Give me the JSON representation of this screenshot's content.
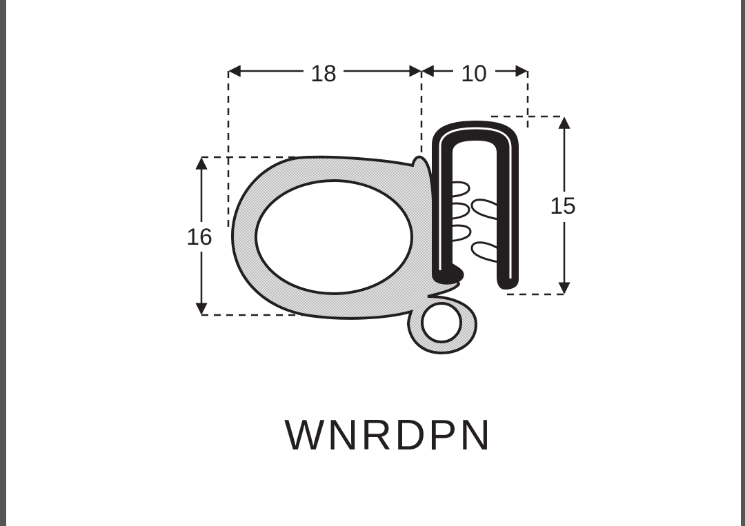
{
  "dimensions": {
    "top_left": "18",
    "top_right": "10",
    "left": "16",
    "right": "15"
  },
  "part_code": "WNRDPN",
  "colors": {
    "ink": "#231f20",
    "fill": "#d9d9d9",
    "frame": "#555555"
  }
}
